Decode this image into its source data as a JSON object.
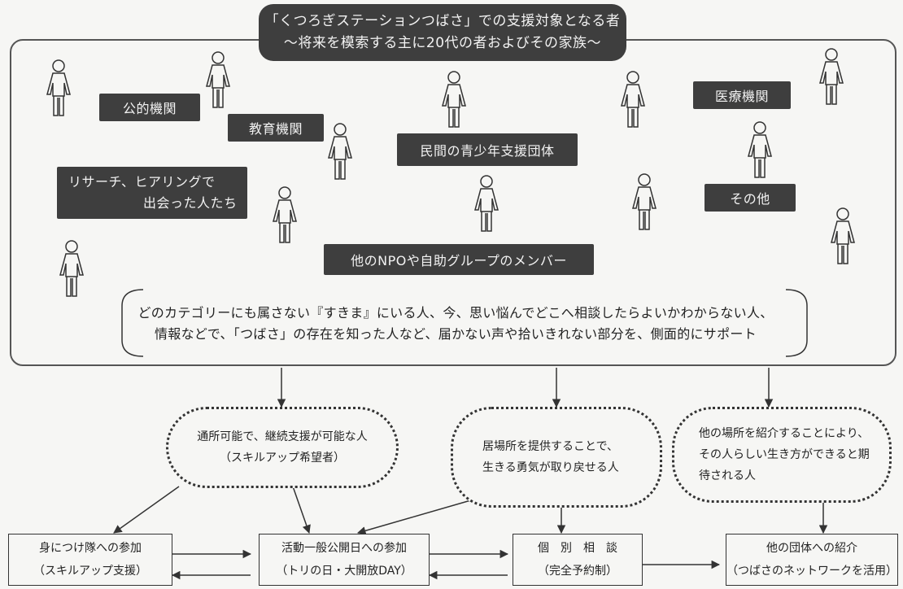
{
  "title": {
    "line1": "「くつろぎステーションつばさ」での支援対象となる者",
    "line2": "～将来を模索する主に20代の者およびその家族～"
  },
  "categories": {
    "public": "公的機関",
    "education": "教育機関",
    "private_youth": "民間の青少年支援団体",
    "medical": "医療機関",
    "research_line1": "リサーチ、ヒアリングで",
    "research_line2": "出会った人たち",
    "other": "その他",
    "npo": "他のNPOや自助グループのメンバー"
  },
  "gap_note": {
    "line1": "どのカテゴリーにも属さない『すきま』にいる人、今、思い悩んでどこへ相談したらよいかわからない人、",
    "line2": "情報などで、「つばさ」の存在を知った人など、届かない声や拾いきれない部分を、側面的にサポート"
  },
  "bubbles": {
    "continuous_line1": "通所可能で、継続支援が可能な人",
    "continuous_line2": "（スキルアップ希望者）",
    "place_line1": "居場所を提供することで、",
    "place_line2": "生きる勇気が取り戻せる人",
    "referral_line1": "他の場所を紹介することにより、",
    "referral_line2": "その人らしい生き方ができると期",
    "referral_line3": "待される人"
  },
  "results": {
    "mitsuke_line1": "身につけ隊への参加",
    "mitsuke_line2": "（スキルアップ支援）",
    "open_day_line1": "活動一般公開日への参加",
    "open_day_line2": "（トリの日・大開放DAY）",
    "consult_line1": "個　別　相　談",
    "consult_line2": "（完全予約制）",
    "intro_line1": "他の団体への紹介",
    "intro_line2": "（つばさのネットワークを活用）"
  }
}
